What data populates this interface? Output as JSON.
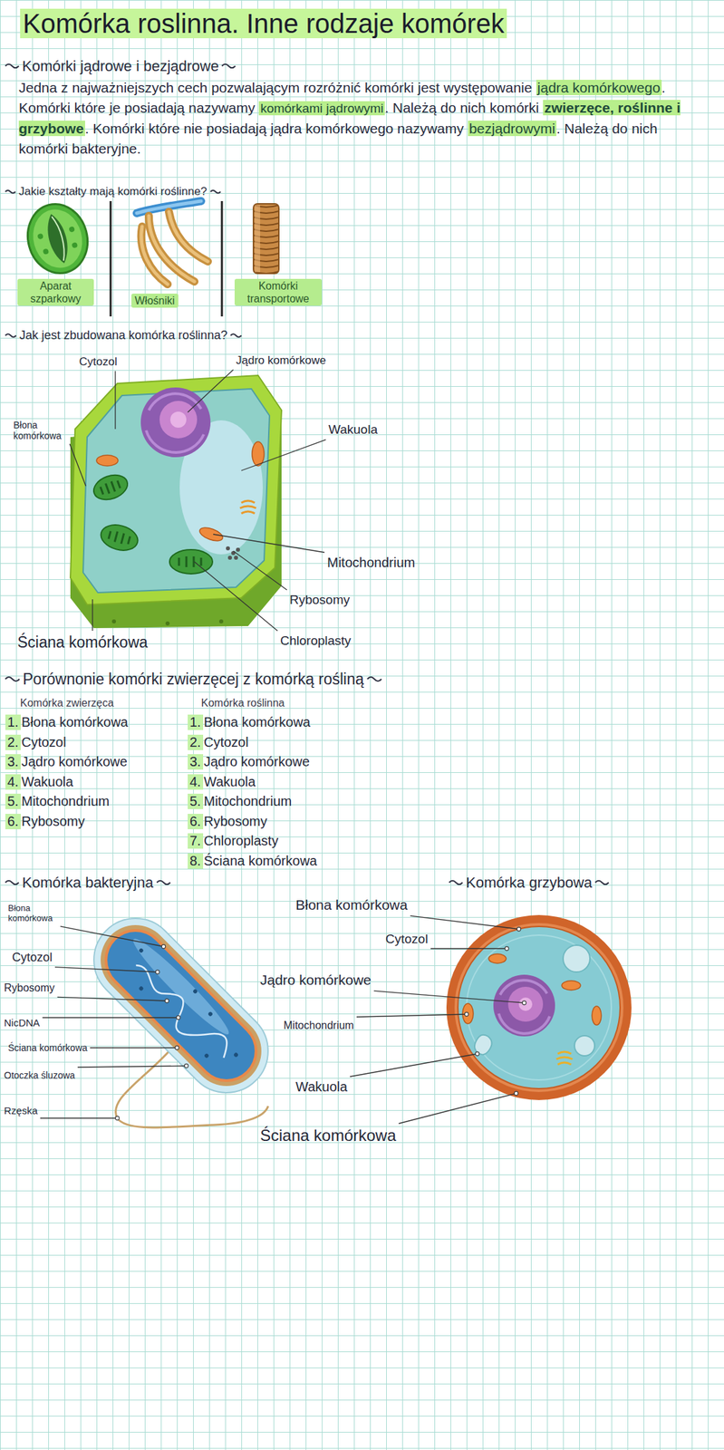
{
  "diagram": {
    "title": "Komórka roslinna. Inne rodzaje komórek",
    "nodes": [
      {
        "text": [
          "Aparat szparkowy"
        ]
      },
      {
        "text": [
          "Włośniki"
        ]
      },
      {
        "text": [
          "Komórki transportowe"
        ]
      }
    ],
    "labels": [
      "Komórki jądrowe i bezjądrowe",
      "Jedna z najważniejszych cech pozwalającym rozróżnić komórki jest występowanie",
      "jądra komórkowego",
      ". Komórki które je posiadają nazywamy",
      "komórkami jądrowymi",
      ". Należą do nich komórki",
      "zwierzęce, roślinne i grzybowe",
      ". Komórki które nie posiadają jądra komórkowego nazywamy",
      "bezjądrowymi",
      ". Należą do nich komórki bakteryjne.",
      "Jakie kształty mają komórki roślinne?",
      "Jak jest zbudowana komórka roślinna?",
      "Cytozol",
      "Jądro komórkowe",
      "Błona komórkowa",
      "Wakuola",
      "Mitochondrium",
      "Rybosomy",
      "Ściana komórkowa",
      "Chloroplasty",
      "Porównonie komórki zwierzęcej z komórką rośliną",
      "Komórka zwierzęca",
      "Komórka roślinna",
      "1.",
      "Błona komórkowa",
      "2.",
      "Cytozol",
      "3.",
      "Jądro komórkowe",
      "4.",
      "Wakuola",
      "5.",
      "Mitochondrium",
      "6.",
      "Rybosomy",
      "1.",
      "Błona komórkowa",
      "2.",
      "Cytozol",
      "3.",
      "Jądro komórkowe",
      "4.",
      "Wakuola",
      "5.",
      "Mitochondrium",
      "6.",
      "Rybosomy",
      "7.",
      "Chloroplasty",
      "8.",
      "Ściana komórkowa",
      "Komórka bakteryjna",
      "Błona komórkowa",
      "Cytozol",
      "Rybosomy",
      "NicDNA",
      "Ściana komórkowa",
      "Otoczka śluzowa",
      "Rzęska",
      "Komórka grzybowa",
      "Błona komórkowa",
      "Cytozol",
      "Jądro komórkowe",
      "Mitochondrium",
      "Wakuola",
      "Ściana komórkowa"
    ]
  }
}
